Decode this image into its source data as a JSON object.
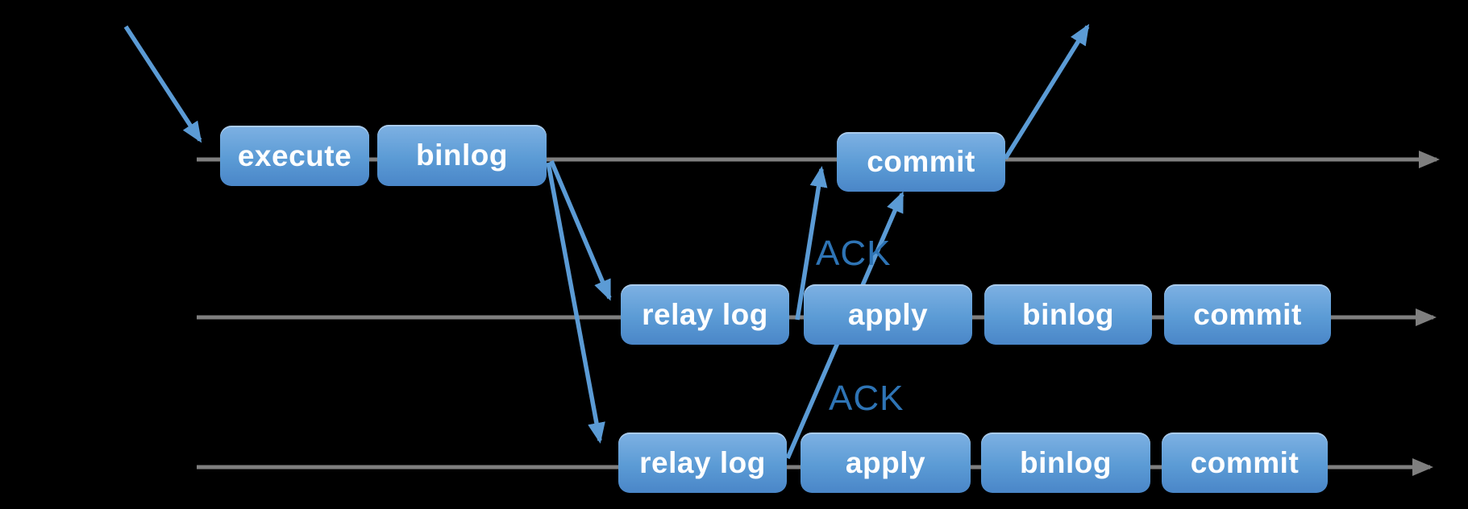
{
  "diagram": {
    "timelines": [
      {
        "boxes": [
          {
            "label": "execute"
          },
          {
            "label": "binlog"
          },
          {
            "label": "commit"
          }
        ]
      },
      {
        "ack_label": "ACK",
        "boxes": [
          {
            "label": "relay log"
          },
          {
            "label": "apply"
          },
          {
            "label": "binlog"
          },
          {
            "label": "commit"
          }
        ]
      },
      {
        "ack_label": "ACK",
        "boxes": [
          {
            "label": "relay log"
          },
          {
            "label": "apply"
          },
          {
            "label": "binlog"
          },
          {
            "label": "commit"
          }
        ]
      }
    ],
    "colors": {
      "bg": "#000000",
      "timeline": "#7f7f7f",
      "arrow": "#5b9bd5",
      "ack_text": "#2e74b5",
      "box_top": "#7eb1e3",
      "box_mid": "#5b9bd5",
      "box_bottom": "#4a86c8",
      "box_text": "#ffffff"
    }
  }
}
